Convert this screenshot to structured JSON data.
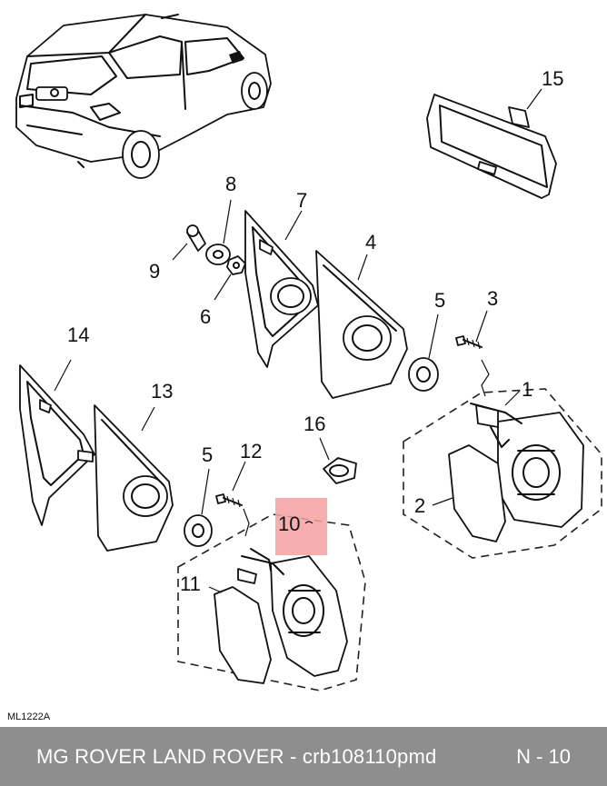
{
  "diagram": {
    "callouts": [
      {
        "id": "c1",
        "text": "1"
      },
      {
        "id": "c2",
        "text": "2"
      },
      {
        "id": "c3",
        "text": "3"
      },
      {
        "id": "c4",
        "text": "4"
      },
      {
        "id": "c5a",
        "text": "5"
      },
      {
        "id": "c5b",
        "text": "5"
      },
      {
        "id": "c6",
        "text": "6"
      },
      {
        "id": "c7",
        "text": "7"
      },
      {
        "id": "c8",
        "text": "8"
      },
      {
        "id": "c9",
        "text": "9"
      },
      {
        "id": "c10",
        "text": "10"
      },
      {
        "id": "c11",
        "text": "11"
      },
      {
        "id": "c12",
        "text": "12"
      },
      {
        "id": "c13",
        "text": "13"
      },
      {
        "id": "c14",
        "text": "14"
      },
      {
        "id": "c15",
        "text": "15"
      },
      {
        "id": "c16",
        "text": "16"
      }
    ],
    "drawing_code": "ML1222A",
    "highlight_color": "#f4a0a0"
  },
  "footer": {
    "title": "MG ROVER LAND ROVER - crb108110pmd",
    "page": "N - 10"
  }
}
